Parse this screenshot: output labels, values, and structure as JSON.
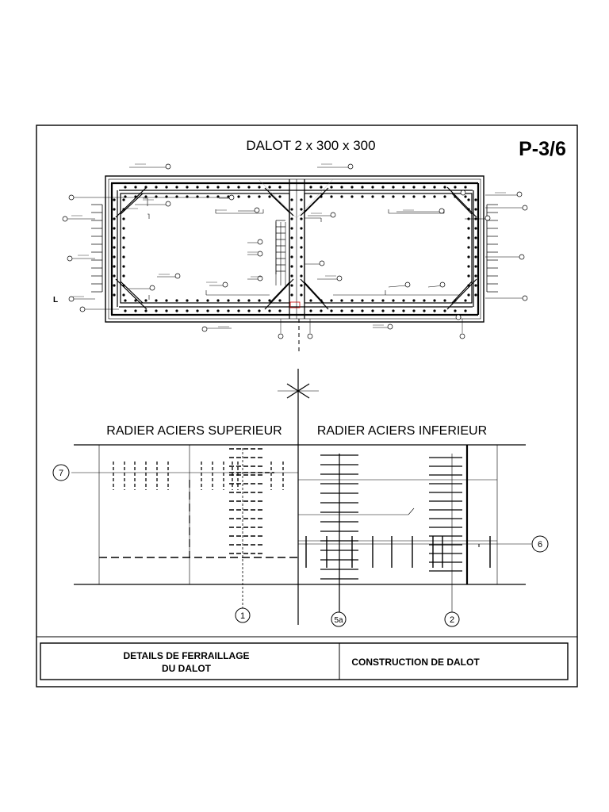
{
  "drawing": {
    "title": "DALOT 2 x 300 x 300",
    "sheet_number": "P-3/6",
    "level_marker": "L"
  },
  "radier": {
    "upper_label": "RADIER ACIERS SUPERIEUR",
    "lower_label": "RADIER ACIERS INFERIEUR",
    "callouts": [
      {
        "id": "callout-7",
        "label": "7"
      },
      {
        "id": "callout-6",
        "label": "6"
      },
      {
        "id": "callout-1",
        "label": "1"
      },
      {
        "id": "callout-5a",
        "label": "5a"
      },
      {
        "id": "callout-2",
        "label": "2"
      }
    ]
  },
  "title_block": {
    "left_line1": "DETAILS DE FERRAILLAGE",
    "left_line2": "DU DALOT",
    "right": "CONSTRUCTION DE DALOT"
  }
}
